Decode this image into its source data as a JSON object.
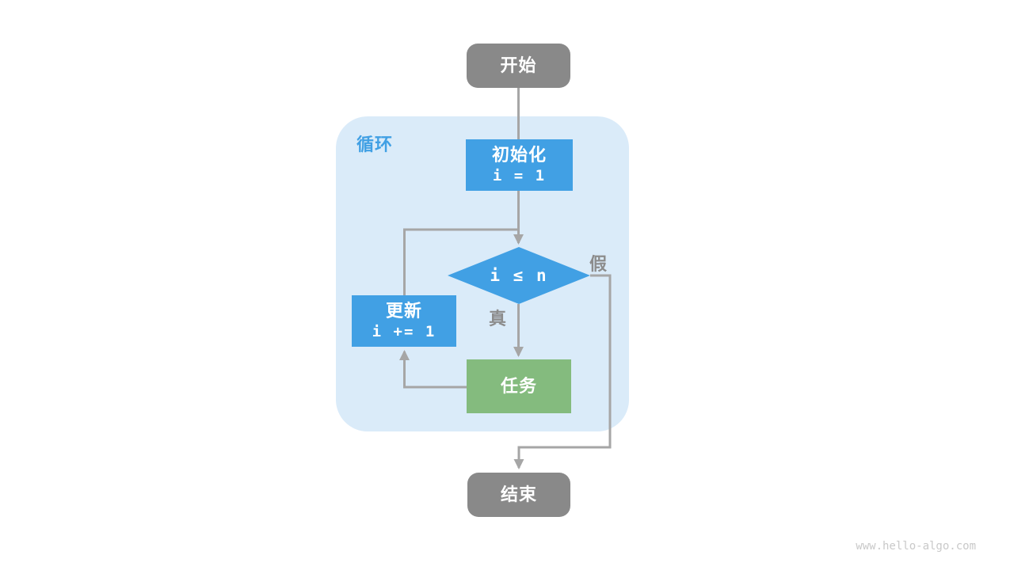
{
  "diagram": {
    "loop_label": "循环",
    "nodes": {
      "start": {
        "label": "开始"
      },
      "init": {
        "label": "初始化",
        "code": "i = 1"
      },
      "condition": {
        "code": "i ≤ n"
      },
      "update": {
        "label": "更新",
        "code": "i += 1"
      },
      "task": {
        "label": "任务"
      },
      "end": {
        "label": "结束"
      }
    },
    "edge_labels": {
      "true_branch": "真",
      "false_branch": "假"
    },
    "colors": {
      "terminal_gray": "#898989",
      "process_blue": "#41a0e4",
      "task_green": "#84bb7e",
      "loop_background": "#daebf9",
      "connector_gray": "#a6a6a6",
      "edge_label_gray": "#8c8c8c",
      "loop_label_blue": "#41a0e4"
    },
    "watermark": "www.hello-algo.com"
  }
}
